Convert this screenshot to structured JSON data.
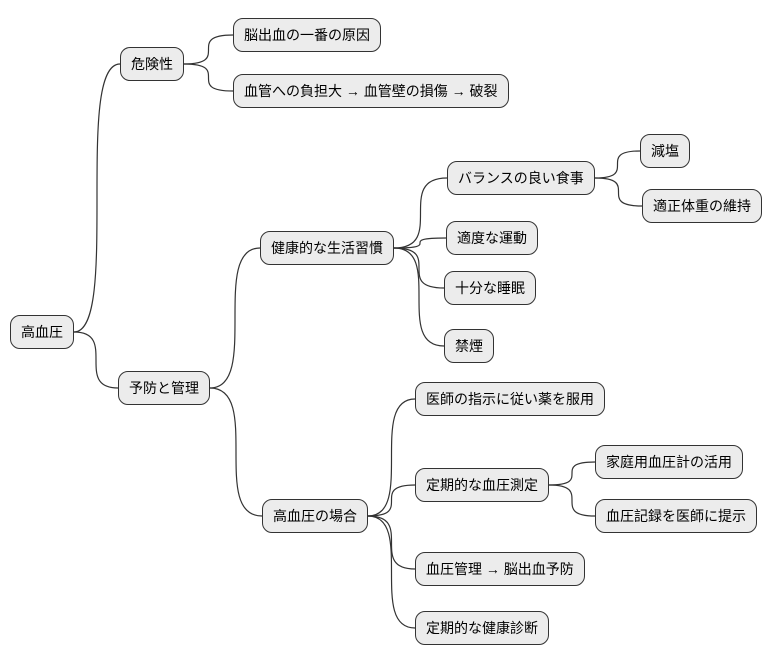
{
  "diagram": {
    "type": "mindmap",
    "colors": {
      "background": "#ffffff",
      "node_fill": "#ececec",
      "node_border": "#333333",
      "edge": "#333333",
      "text": "#000000"
    },
    "nodes": {
      "root": {
        "label": "高血圧"
      },
      "kikensei": {
        "label": "危険性"
      },
      "noushukketsu_genin": {
        "label": "脳出血の一番の原因"
      },
      "kekkan_futan": {
        "label": "血管への負担大 → 血管壁の損傷 → 破裂"
      },
      "yobou_kanri": {
        "label": "予防と管理"
      },
      "kenkou_shuukan": {
        "label": "健康的な生活習慣"
      },
      "balance_shokuji": {
        "label": "バランスの良い食事"
      },
      "genen": {
        "label": "減塩"
      },
      "tekisei_taijuu": {
        "label": "適正体重の維持"
      },
      "tekido_undou": {
        "label": "適度な運動"
      },
      "juubun_suimin": {
        "label": "十分な睡眠"
      },
      "kinen": {
        "label": "禁煙"
      },
      "kouketsuatsu_baai": {
        "label": "高血圧の場合"
      },
      "kusuri_fukuyou": {
        "label": "医師の指示に従い薬を服用"
      },
      "ketsuatsu_sokutei": {
        "label": "定期的な血圧測定"
      },
      "kateiyou_ketsuatsukei": {
        "label": "家庭用血圧計の活用"
      },
      "kiroku_teiji": {
        "label": "血圧記録を医師に提示"
      },
      "ketsuatsu_kanri": {
        "label": "血圧管理 → 脳出血予防"
      },
      "kenkou_shindan": {
        "label": "定期的な健康診断"
      }
    },
    "edges": [
      [
        "root",
        "kikensei"
      ],
      [
        "root",
        "yobou_kanri"
      ],
      [
        "kikensei",
        "noushukketsu_genin"
      ],
      [
        "kikensei",
        "kekkan_futan"
      ],
      [
        "yobou_kanri",
        "kenkou_shuukan"
      ],
      [
        "yobou_kanri",
        "kouketsuatsu_baai"
      ],
      [
        "kenkou_shuukan",
        "balance_shokuji"
      ],
      [
        "kenkou_shuukan",
        "tekido_undou"
      ],
      [
        "kenkou_shuukan",
        "juubun_suimin"
      ],
      [
        "kenkou_shuukan",
        "kinen"
      ],
      [
        "balance_shokuji",
        "genen"
      ],
      [
        "balance_shokuji",
        "tekisei_taijuu"
      ],
      [
        "kouketsuatsu_baai",
        "kusuri_fukuyou"
      ],
      [
        "kouketsuatsu_baai",
        "ketsuatsu_sokutei"
      ],
      [
        "kouketsuatsu_baai",
        "ketsuatsu_kanri"
      ],
      [
        "kouketsuatsu_baai",
        "kenkou_shindan"
      ],
      [
        "ketsuatsu_sokutei",
        "kateiyou_ketsuatsukei"
      ],
      [
        "ketsuatsu_sokutei",
        "kiroku_teiji"
      ]
    ]
  }
}
